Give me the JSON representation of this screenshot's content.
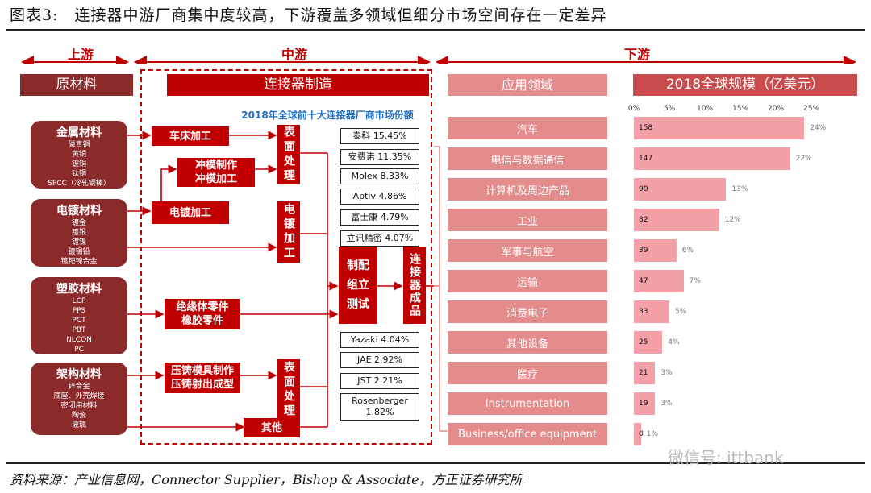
{
  "title": "图表3:　连接器中游厂商集中度较高，下游覆盖多领域但细分市场空间存在一定差异",
  "source": "资料来源：产业信息网，Connector Supplier，Bishop & Associate，方正证券研究所",
  "watermark": "微信号: ittbank",
  "segments": {
    "upstream": "上游",
    "midstream": "中游",
    "downstream": "下游"
  },
  "headers": {
    "raw": "原材料",
    "mfg": "连接器制造",
    "app": "应用领域",
    "scale": "2018全球规模（亿美元）"
  },
  "materials": [
    {
      "title": "金属材料",
      "items": [
        "磷青铜",
        "黄铜",
        "铍铜",
        "钛铜",
        "SPCC（冷轧钢棒）"
      ]
    },
    {
      "title": "电镀材料",
      "items": [
        "镀金",
        "镀银",
        "镀镍",
        "镀锡铅",
        "镀钯镍合金"
      ]
    },
    {
      "title": "塑胶材料",
      "items": [
        "LCP",
        "PPS",
        "PCT",
        "PBT",
        "NLCON",
        "PC"
      ]
    },
    {
      "title": "架构材料",
      "items": [
        "锌合金",
        "底座、外壳焊接",
        "密闭用材料",
        "陶瓷",
        "玻璃"
      ]
    }
  ],
  "processes": {
    "lathe": "车床加工",
    "stamp": [
      "冲模制作",
      "冲模加工"
    ],
    "plating": "电镀加工",
    "insulator": [
      "绝缘体零件",
      "橡胶零件"
    ],
    "diecast": [
      "压铸模具制作",
      "压铸射出成型"
    ],
    "other": "其他",
    "surface1": "表面处理",
    "elec": "电镀加工",
    "surface2": "表面处理",
    "assemble": [
      "制配",
      "组立",
      "测试"
    ],
    "product": "连接器成品"
  },
  "market_share_title": "2018年全球前十大连接器厂商市场份额",
  "market_shares": [
    "泰科 15.45%",
    "安费诺 11.35%",
    "Molex 8.33%",
    "Aptiv 4.86%",
    "富士康 4.79%",
    "立讯精密 4.07%",
    "Yazaki 4.04%",
    "JAE 2.92%",
    "JST 2.21%",
    "Rosenberger 1.82%"
  ],
  "chart_data": {
    "type": "bar",
    "orientation": "horizontal",
    "title": "2018全球规模（亿美元）",
    "xlim": [
      0,
      25
    ],
    "xticks": [
      "0%",
      "5%",
      "10%",
      "15%",
      "20%",
      "25%"
    ],
    "categories": [
      "汽车",
      "电信与数据通信",
      "计算机及周边产品",
      "工业",
      "军事与航空",
      "运输",
      "消费电子",
      "其他设备",
      "医疗",
      "Instrumentation",
      "Business/office equipment"
    ],
    "values": [
      158,
      147,
      90,
      82,
      39,
      47,
      33,
      25,
      21,
      19,
      8
    ],
    "percent": [
      24,
      22,
      13,
      12,
      6,
      7,
      5,
      4,
      3,
      3,
      1
    ],
    "percent_labels": [
      "24%",
      "22%",
      "13%",
      "12%",
      "6%",
      "7%",
      "5%",
      "4%",
      "3%",
      "3%",
      "1%"
    ],
    "colors": {
      "bar": "#f4a0a8",
      "category": "#e48b8b"
    }
  }
}
